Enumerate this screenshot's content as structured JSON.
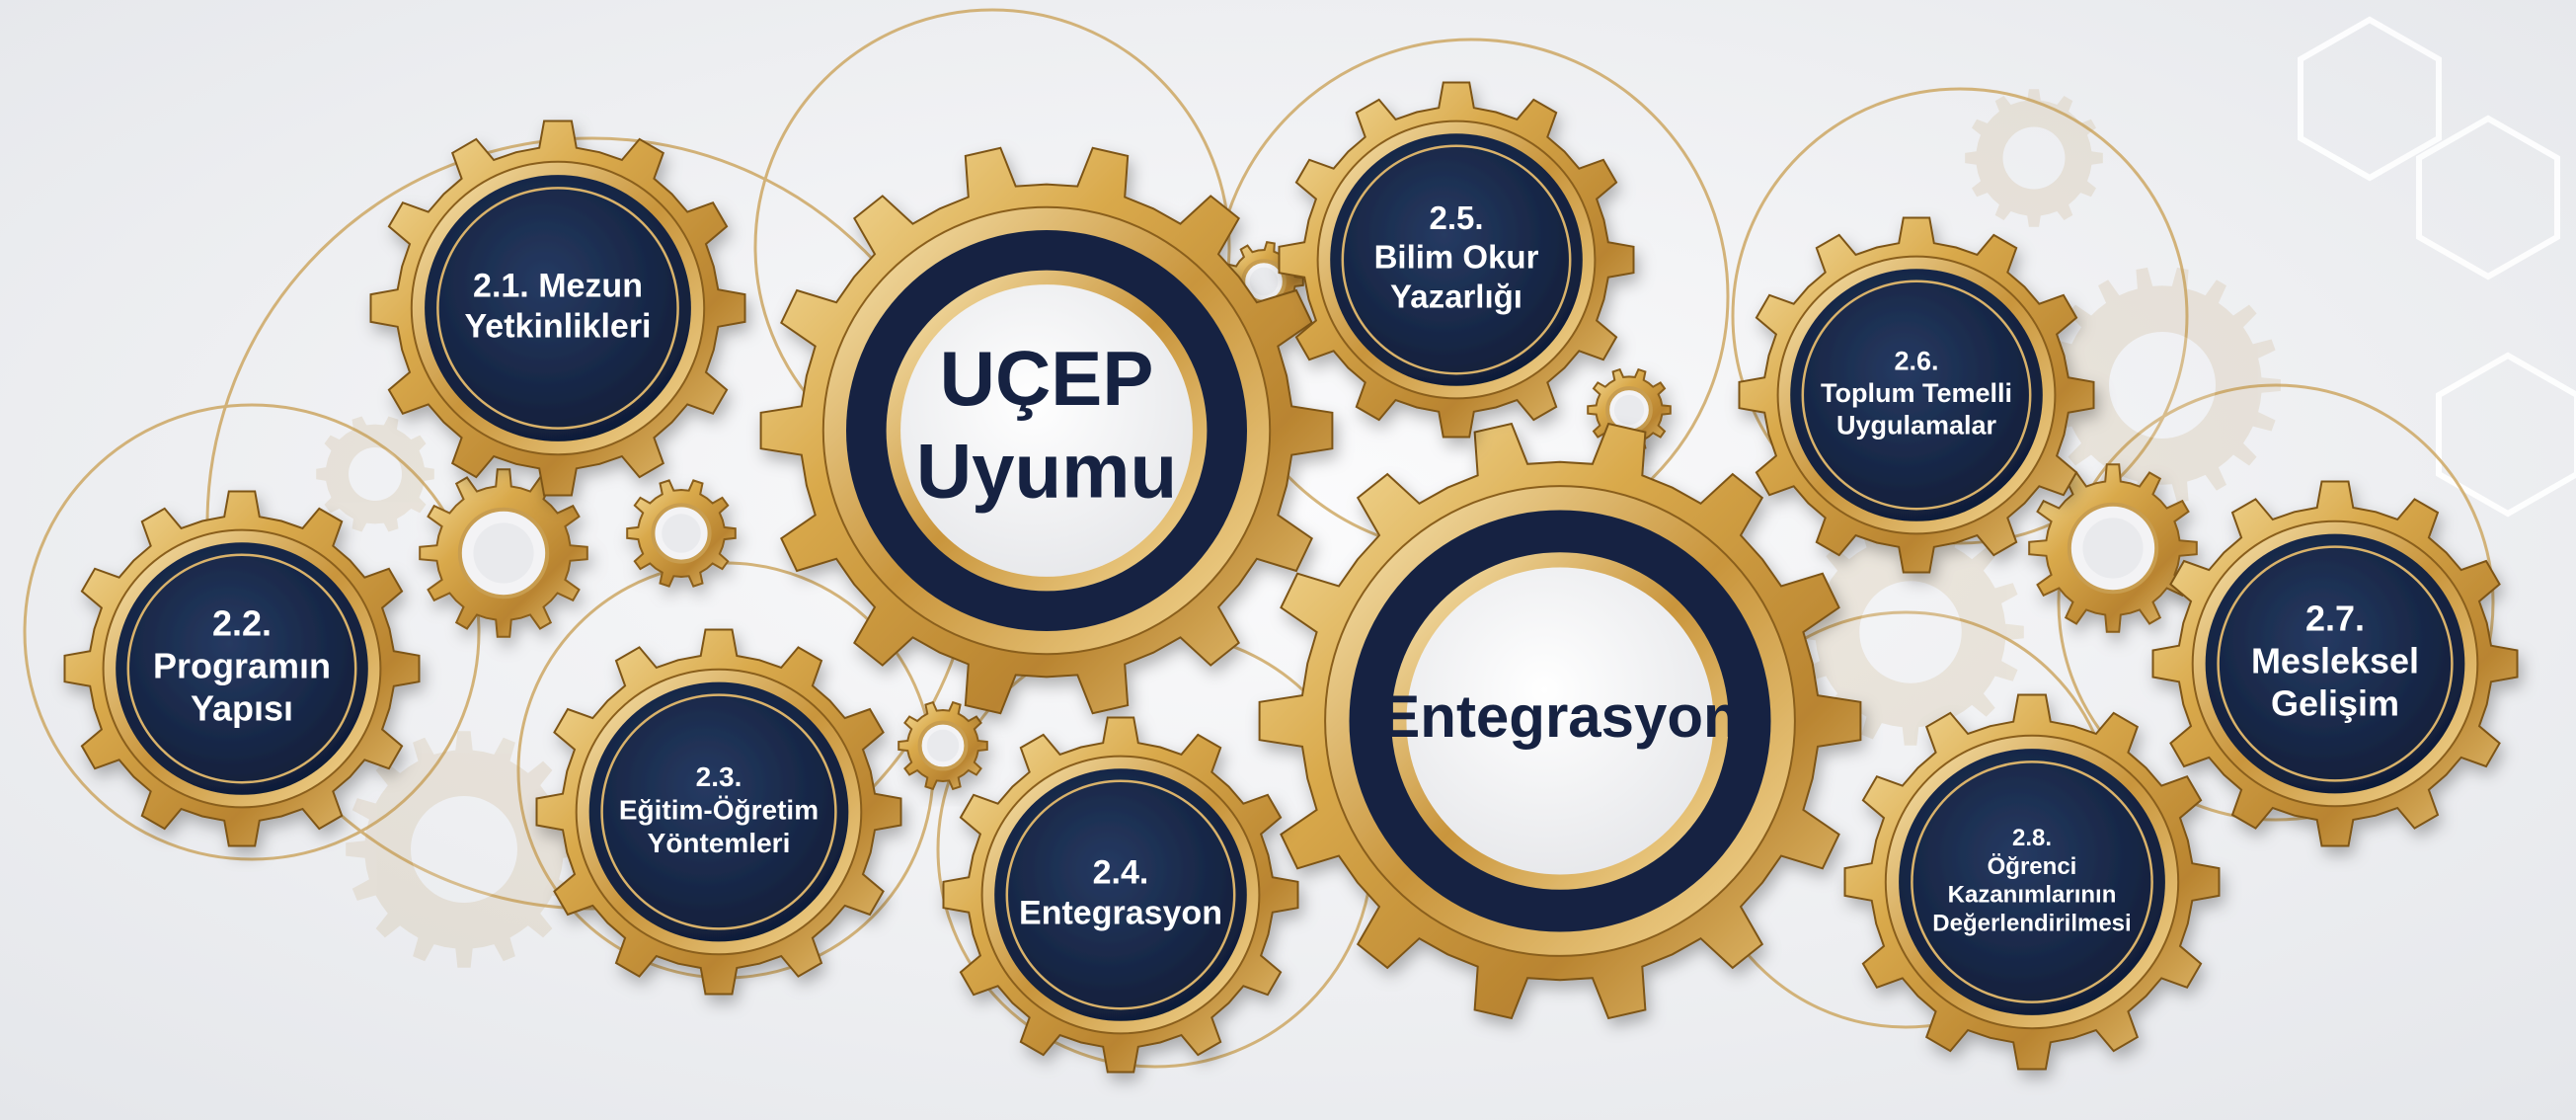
{
  "colors": {
    "background": "#f1f2f4",
    "gold_light": "#f6dd98",
    "gold_mid": "#d7a84a",
    "gold_dark": "#8a5e1b",
    "navy": "#142443",
    "navy_light": "#2a3d63",
    "white_disc": "#f7f7f8",
    "text_on_navy": "#ffffff",
    "text_on_white": "#142443",
    "accent_line": "#c89d50"
  },
  "icons": [
    "gear-icon"
  ],
  "center_gears": [
    {
      "id": "ucep-uyumu",
      "lines": [
        "UÇEP",
        "Uyumu"
      ]
    },
    {
      "id": "entegrasyon-main",
      "lines": [
        "Entegrasyon"
      ]
    }
  ],
  "gears": [
    {
      "id": "2-1",
      "lines": [
        "2.1. Mezun",
        "Yetkinlikleri"
      ]
    },
    {
      "id": "2-2",
      "lines": [
        "2.2.",
        "Programın",
        "Yapısı"
      ]
    },
    {
      "id": "2-3",
      "lines": [
        "2.3.",
        "Eğitim-Öğretim",
        "Yöntemleri"
      ]
    },
    {
      "id": "2-4",
      "lines": [
        "2.4.",
        "Entegrasyon"
      ]
    },
    {
      "id": "2-5",
      "lines": [
        "2.5.",
        "Bilim Okur",
        "Yazarlığı"
      ]
    },
    {
      "id": "2-6",
      "lines": [
        "2.6.",
        "Toplum Temelli",
        "Uygulamalar"
      ]
    },
    {
      "id": "2-7",
      "lines": [
        "2.7.",
        "Mesleksel",
        "Gelişim"
      ]
    },
    {
      "id": "2-8",
      "lines": [
        "2.8.",
        "Öğrenci",
        "Kazanımlarının",
        "Değerlendirilmesi"
      ]
    }
  ]
}
